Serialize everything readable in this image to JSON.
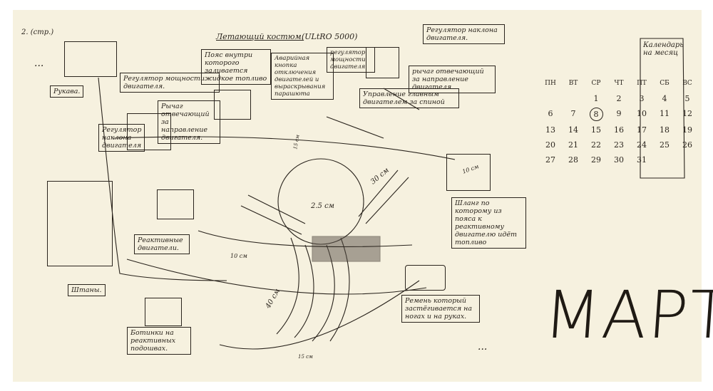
{
  "page_label": "2. (стр.)",
  "title": "Летающий костюм.",
  "model": "(ULtRO 5000)",
  "ellipsis": "...",
  "labels": {
    "sleeves": "Рукава.",
    "power_regulator": "Регулятор мощности двигателя.",
    "belt": "Пояс внутри которого заливается жидкое топливо",
    "lever_left": "Рычаг отвечающий за направление двигателя.",
    "tilt_left": "Регулятор наклона двигателя",
    "emergency": "Аварийная кнопка отключения двигателей и выраскрывания парашюта",
    "power_regulator_2": "регулятор мощности двигателя",
    "tilt_right": "Регулятор наклона двигателя.",
    "lever_right": "рычаг отвечающий за направление двигателя",
    "main_engine": "Управление главным двигателем за спиной",
    "pants": "Штаны.",
    "jet_engines": "Реактивные двигатели.",
    "boots": "Ботинки на реактивных подошвах.",
    "hose": "Шланг по которому из пояса к реактивному двигателю идёт топливо",
    "straps": "Ремень который застёгивается на ногах и на руках."
  },
  "dimensions": {
    "head": "2.5 см",
    "arm": "30 см",
    "leg": "40 см",
    "hand": "10 см",
    "hose": "10 см",
    "foot": "15 см",
    "back": "15 см"
  },
  "calendar": {
    "title": "Календарь на месяц",
    "month": "МАРТ",
    "weekdays": [
      "ПН",
      "ВТ",
      "СР",
      "ЧТ",
      "ПТ",
      "СБ",
      "ВС"
    ],
    "days": [
      "",
      "",
      "1",
      "2",
      "3",
      "4",
      "5",
      "6",
      "7",
      "8",
      "9",
      "10",
      "11",
      "12",
      "13",
      "14",
      "15",
      "16",
      "17",
      "18",
      "19",
      "20",
      "21",
      "22",
      "23",
      "24",
      "25",
      "26",
      "27",
      "28",
      "29",
      "30",
      "31",
      "",
      ""
    ],
    "highlighted": "8"
  }
}
